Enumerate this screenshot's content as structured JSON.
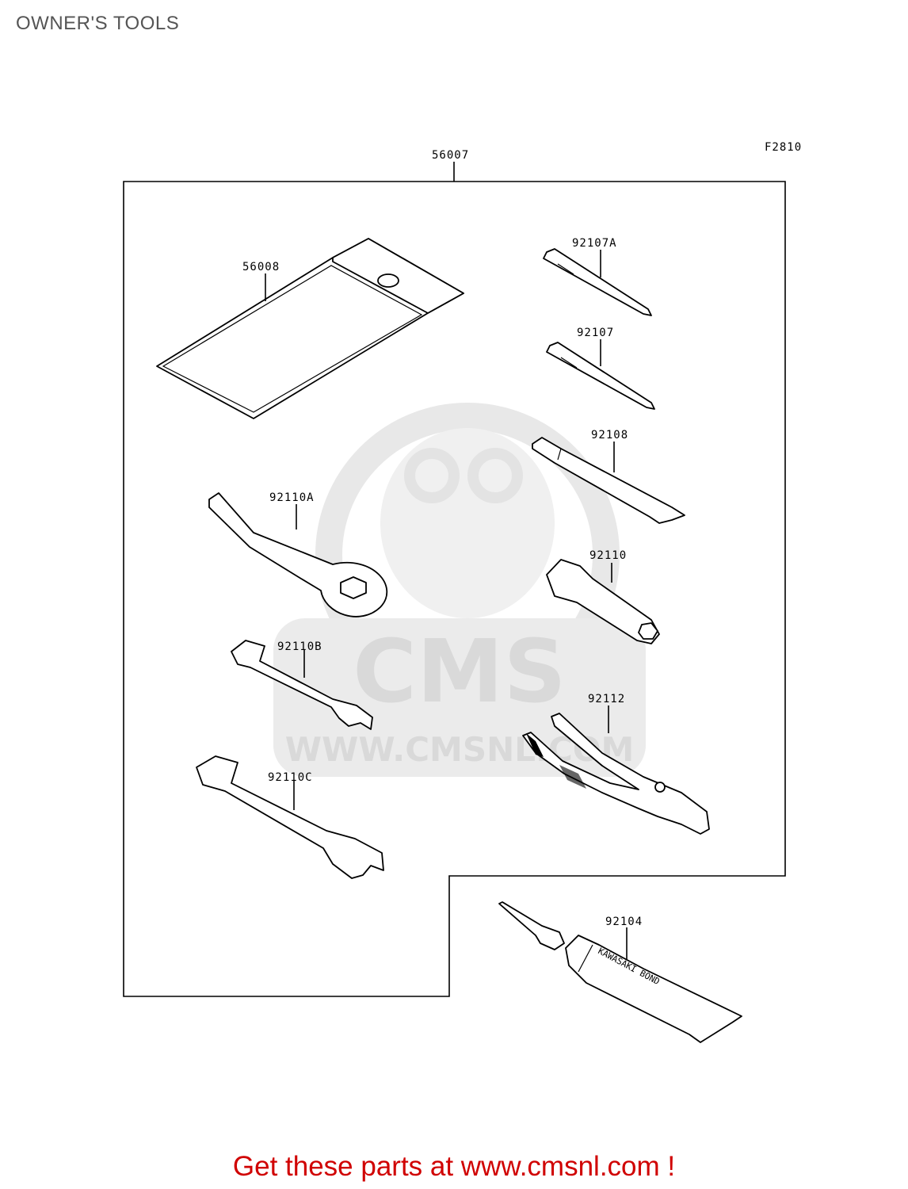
{
  "page_title": "OWNER'S TOOLS",
  "figure_code": "F2810",
  "kit_label": "56007",
  "kit_box_text": "KAWASAKI BOND",
  "parts": {
    "tool_bag": "56008",
    "screwdriver_a": "92107A",
    "screwdriver": "92107",
    "spoke_wrench": "92108",
    "box_wrench": "92110A",
    "socket_wrench": "92110",
    "open_wrench_b": "92110B",
    "open_wrench_c": "92110C",
    "pliers": "92112",
    "bond": "92104"
  },
  "watermark": {
    "logo_text": "CMS",
    "url_text": "WWW.CMSNL.COM"
  },
  "footer": {
    "cta": "Get these parts at www.cmsnl.com !",
    "color": "#d00000"
  },
  "colors": {
    "title": "#555555",
    "lines": "#000000",
    "watermark": "#e6e6e6"
  }
}
